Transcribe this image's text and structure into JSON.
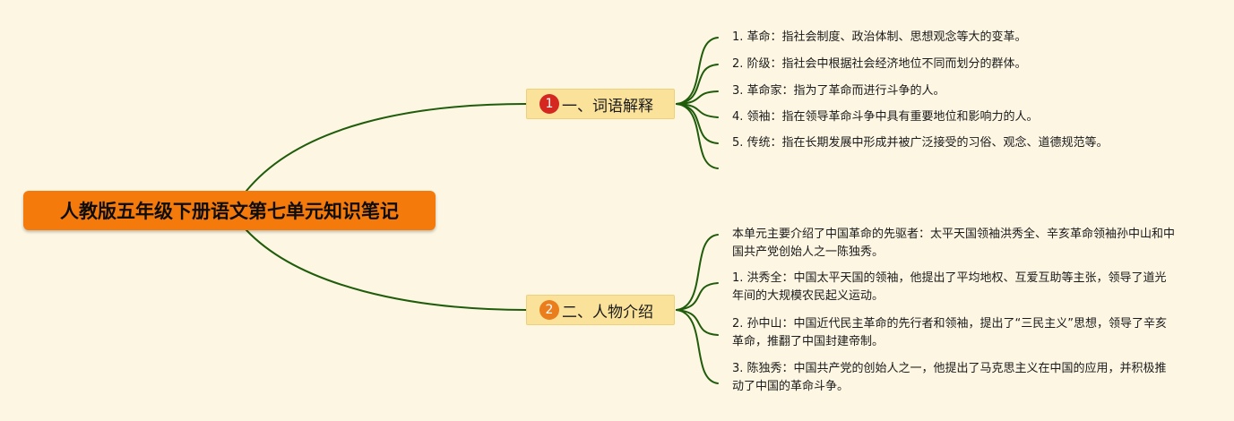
{
  "colors": {
    "background": "#fdf6e3",
    "root": "#f47a0c",
    "branch": "#fbe29a",
    "line": "#1f5c0b",
    "badge1": "#d4271f",
    "badge2": "#ea7d1c"
  },
  "root": {
    "title": "人教版五年级下册语文第七单元知识笔记"
  },
  "branches": [
    {
      "num": "1",
      "label": "一、词语解释",
      "items": [
        "1. 革命：指社会制度、政治体制、思想观念等大的变革。",
        "2. 阶级：指社会中根据社会经济地位不同而划分的群体。",
        "3. 革命家：指为了革命而进行斗争的人。",
        "4. 领袖：指在领导革命斗争中具有重要地位和影响力的人。",
        "5. 传统：指在长期发展中形成并被广泛接受的习俗、观念、道德规范等。"
      ]
    },
    {
      "num": "2",
      "label": "二、人物介绍",
      "items": [
        "本单元主要介绍了中国革命的先驱者：太平天国领袖洪秀全、辛亥革命领袖孙中山和中国共产党创始人之一陈独秀。",
        "1. 洪秀全：中国太平天国的领袖，他提出了平均地权、互爱互助等主张，领导了道光年间的大规模农民起义运动。",
        "2. 孙中山：中国近代民主革命的先行者和领袖，提出了“三民主义”思想，领导了辛亥革命，推翻了中国封建帝制。",
        "3. 陈独秀：中国共产党的创始人之一，他提出了马克思主义在中国的应用，并积极推动了中国的革命斗争。"
      ]
    }
  ]
}
